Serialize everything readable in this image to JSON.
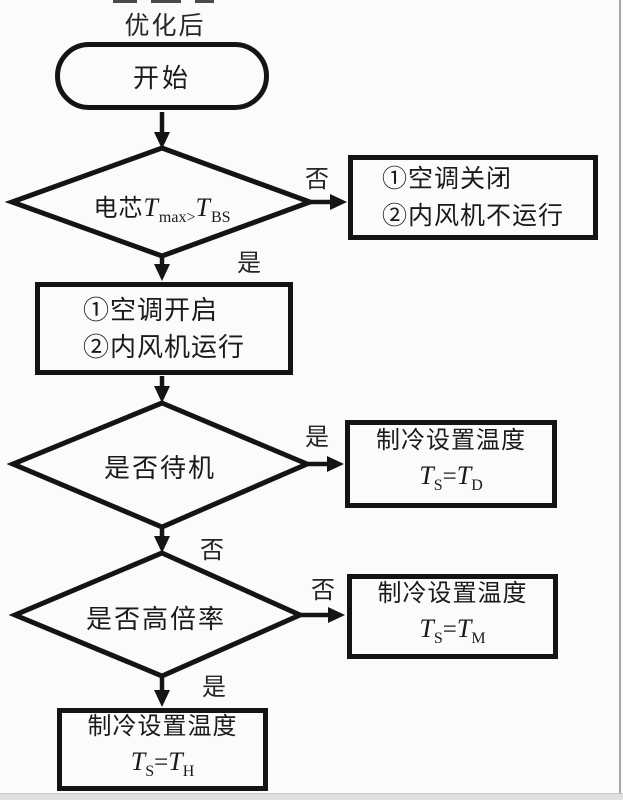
{
  "title": "优化后",
  "flowchart": {
    "start": {
      "label": "开始"
    },
    "decision_temp": {
      "prefix": "电芯",
      "t1": "T",
      "sub1": "max>",
      "t2": "T",
      "sub2": "BS"
    },
    "box_ac_off": {
      "line1": "①空调关闭",
      "line2": "②内风机不运行"
    },
    "box_ac_on": {
      "line1": "①空调开启",
      "line2": "②内风机运行"
    },
    "decision_standby": {
      "label": "是否待机"
    },
    "decision_highrate": {
      "label": "是否高倍率"
    },
    "box_standby": {
      "title": "制冷设置温度",
      "formula": {
        "t1": "T",
        "sub1": "S",
        "eq": "=",
        "t2": "T",
        "sub2": "D"
      }
    },
    "box_midrate": {
      "title": "制冷设置温度",
      "formula": {
        "t1": "T",
        "sub1": "S",
        "eq": "=",
        "t2": "T",
        "sub2": "M"
      }
    },
    "box_highrate": {
      "title": "制冷设置温度",
      "formula": {
        "t1": "T",
        "sub1": "S",
        "eq": "=",
        "t2": "T",
        "sub2": "H"
      }
    },
    "branch_labels": {
      "d1_no": "否",
      "d1_yes": "是",
      "d2_yes": "是",
      "d2_no": "否",
      "d3_no": "否",
      "d3_yes": "是"
    }
  },
  "colors": {
    "ink": "#1a1a1a",
    "background": "#fbfbf9",
    "right_edge_line": "#a8a8a6",
    "bottom_strip": "#e0e0de"
  }
}
